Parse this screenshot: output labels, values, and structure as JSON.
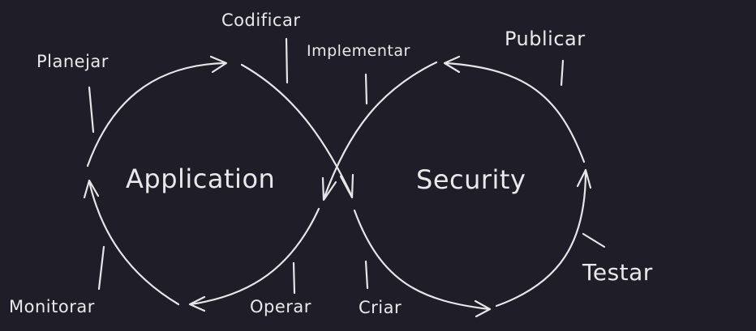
{
  "colors": {
    "background": "#1e1d28",
    "stroke": "#e6e6e6",
    "text": "#e9e9e9"
  },
  "loops": {
    "left": "Application",
    "right": "Security"
  },
  "stages": {
    "codificar": "Codificar",
    "planejar": "Planejar",
    "implementar": "Implementar",
    "publicar": "Publicar",
    "testar": "Testar",
    "monitorar": "Monitorar",
    "operar": "Operar",
    "criar": "Criar"
  }
}
